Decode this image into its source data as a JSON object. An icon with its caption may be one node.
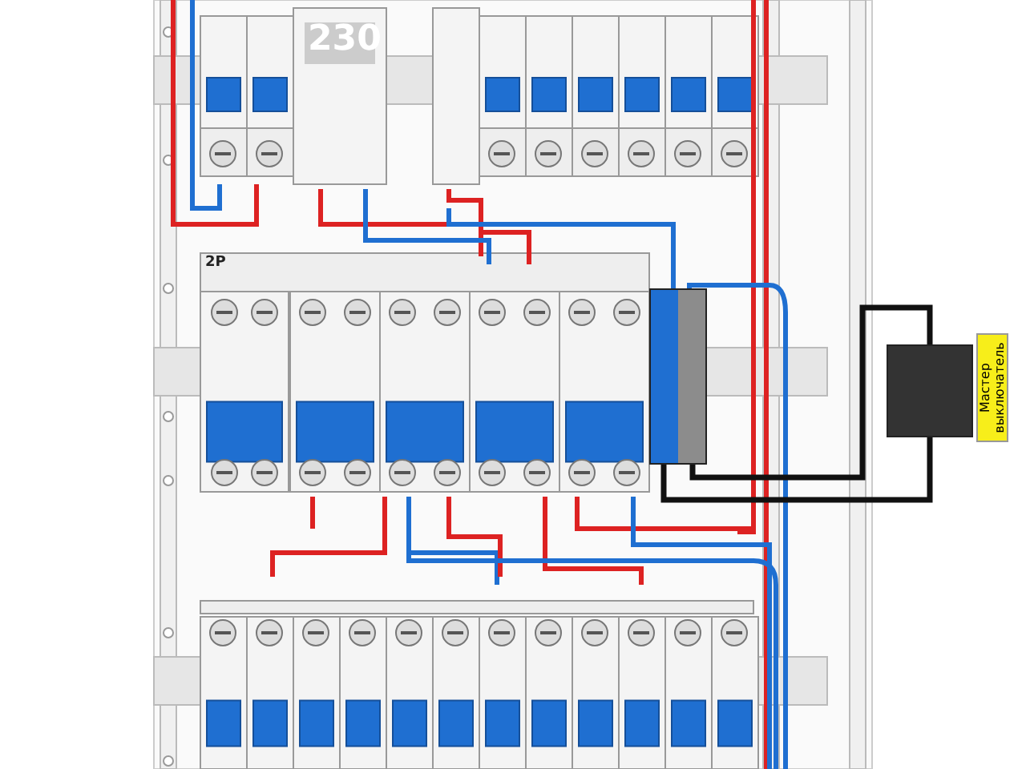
{
  "diagram": {
    "nodes": [
      {
        "text": [],
        "shape": "box"
      },
      {
        "text": [],
        "shape": "box"
      },
      {
        "text": [
          "Мастер выключатель"
        ]
      }
    ],
    "edges": [
      {
        "from": 0,
        "to": 1,
        "arrow": "none"
      },
      {
        "from": 0,
        "to": 1,
        "arrow": "none"
      }
    ],
    "labels": [
      "230",
      "2P"
    ]
  }
}
